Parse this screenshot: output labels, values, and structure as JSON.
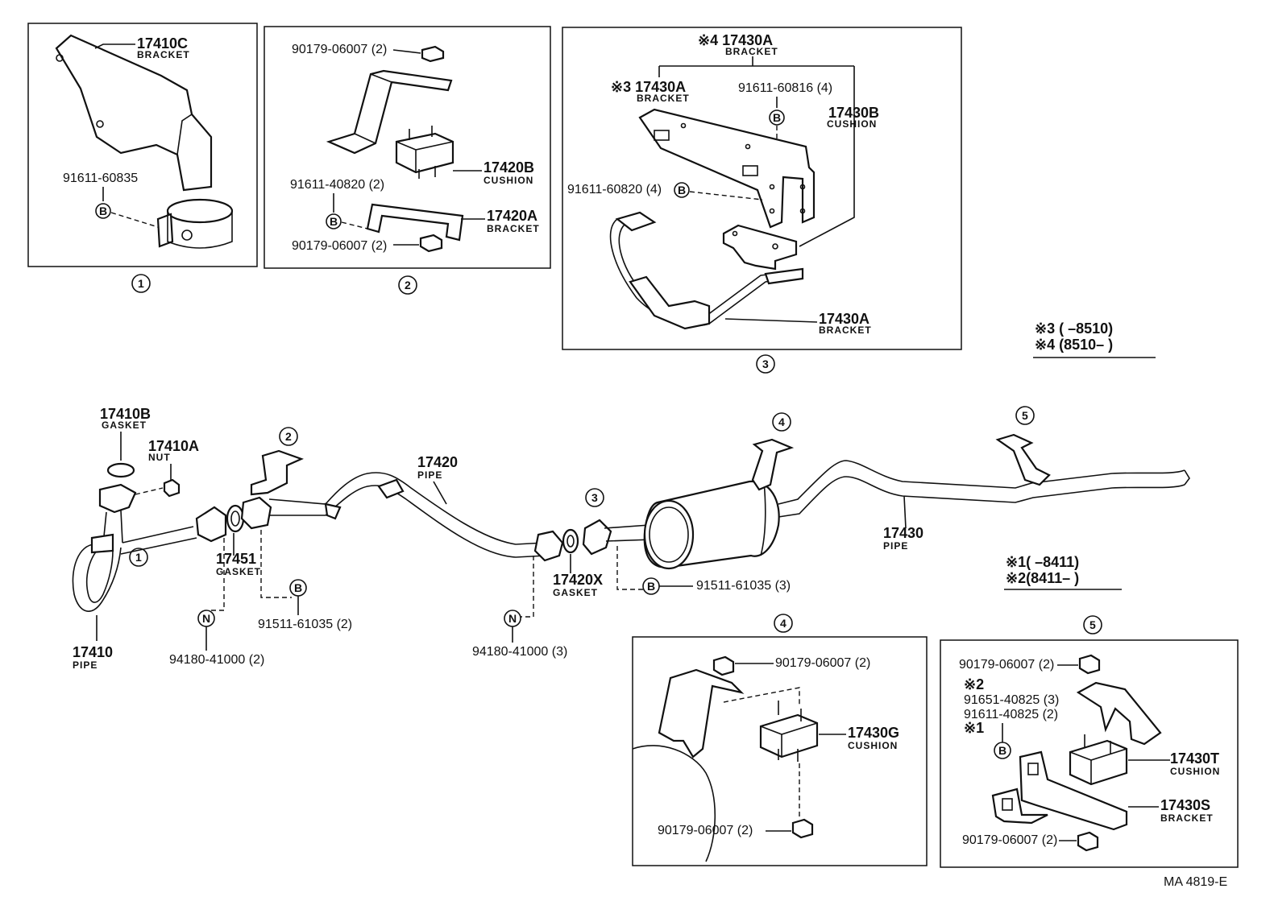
{
  "figure_code": "MA 4819-E",
  "labels": {
    "p17410c": "17410C",
    "bracket": "BRACKET",
    "cushion": "CUSHION",
    "pipe": "PIPE",
    "gasket": "GASKET",
    "nut": "NUT",
    "p91611_60835": "91611-60835",
    "p90179_top2": "90179-06007 (2)",
    "p17420b": "17420B",
    "p91611_40820": "91611-40820 (2)",
    "p17420a": "17420A",
    "p90179_bot2": "90179-06007 (2)",
    "star4_17430a": "※4 17430A",
    "star3_17430a": "※3 17430A",
    "p91611_60816": "91611-60816 (4)",
    "p17430b": "17430B",
    "p91611_60820": "91611-60820 (4)",
    "p17430a_low": "17430A",
    "note3": "※3 (       –8510)",
    "note4": "※4 (8510–        )",
    "p17410b": "17410B",
    "p17410a": "17410A",
    "p17420": "17420",
    "p17451": "17451",
    "p91511_2": "91511-61035 (2)",
    "p94180_2": "94180-41000 (2)",
    "p17410": "17410",
    "p94180_3": "94180-41000 (3)",
    "p17420x": "17420X",
    "p91511_3": "91511-61035 (3)",
    "p17430": "17430",
    "note1": "※1(        –8411)",
    "note2": "※2(8411–        )",
    "b4_90179_top": "90179-06007 (2)",
    "b4_17430g": "17430G",
    "b4_90179_bot": "90179-06007 (2)",
    "b5_90179_top": "90179-06007 (2)",
    "b5_star2": "※2",
    "b5_91651": "91651-40825 (3)",
    "b5_91611": "91611-40825 (2)",
    "b5_star1": "※1",
    "b5_17430t": "17430T",
    "b5_17430s": "17430S",
    "b5_90179_bot": "90179-06007 (2)"
  },
  "markers": {
    "b": "B",
    "n": "N"
  },
  "callouts": {
    "c1": "1",
    "c2": "2",
    "c3": "3",
    "c4": "4",
    "c5": "5"
  }
}
